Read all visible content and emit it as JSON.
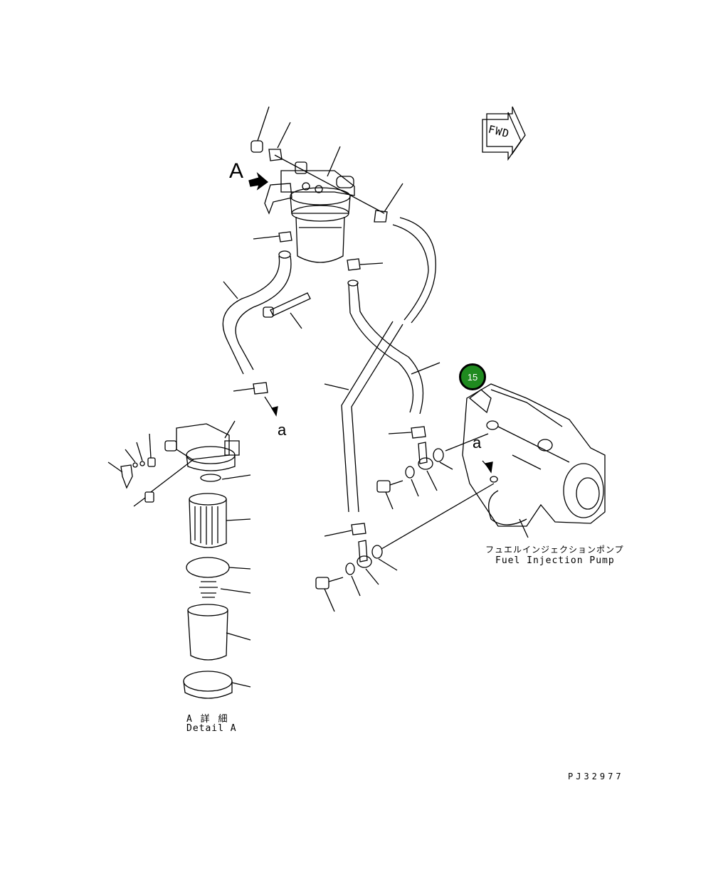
{
  "labels": {
    "view_marker": "A",
    "ref_a1": "a",
    "ref_a2": "a",
    "fwd": "FWD",
    "pump_jp": "フュエルインジェクションポンプ",
    "pump_en": "Fuel Injection Pump",
    "detail_jp": "A 詳 細",
    "detail_en": "Detail A",
    "drawing_code": "PJ32977"
  },
  "callout": {
    "number": "15",
    "color": "#1f8a1f"
  }
}
